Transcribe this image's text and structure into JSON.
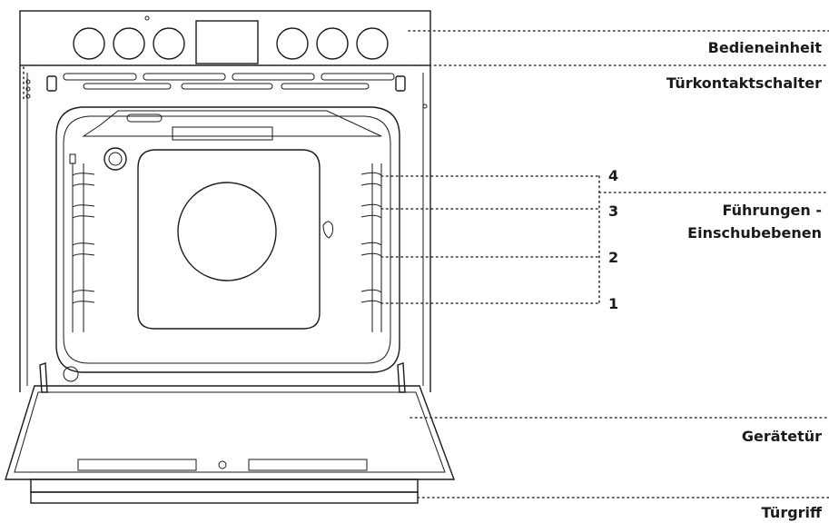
{
  "labels": {
    "control_panel": "Bedieneinheit",
    "door_switch": "Türkontaktschalter",
    "guides_line1": "Führungen -",
    "guides_line2": "Einschubebenen",
    "door": "Gerätetür",
    "handle": "Türgriff"
  },
  "levels": [
    "4",
    "3",
    "2",
    "1"
  ]
}
